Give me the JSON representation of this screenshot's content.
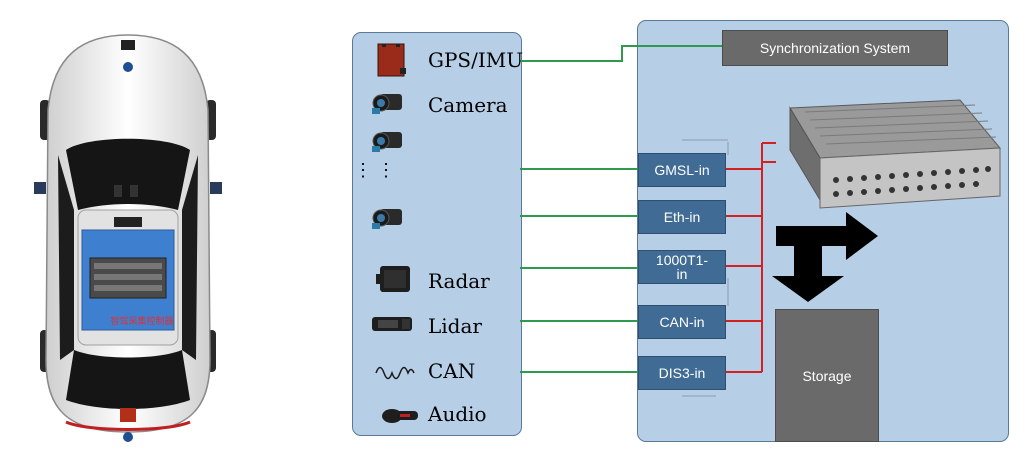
{
  "sensors": {
    "gps": "GPS/IMU",
    "camera": "Camera",
    "radar": "Radar",
    "lidar": "Lidar",
    "can": "CAN",
    "audio": "Audio"
  },
  "interfaces": {
    "gmsl": "GMSL-in",
    "eth": "Eth-in",
    "t1_line1": "1000T1-",
    "t1_line2": "in",
    "can": "CAN-in",
    "dis3": "DIS3-in"
  },
  "sync_label": "Synchronization System",
  "storage_label": "Storage",
  "car_screen_label": "智驾采集控制器",
  "ellipsis": "⋮  ⋮",
  "colors": {
    "panel": "#b7cfe6",
    "interface_box": "#3f6b94",
    "sync_wire": "#2f9a4f",
    "bus_wire": "#d42020",
    "grey_box": "#6a6a6a"
  }
}
